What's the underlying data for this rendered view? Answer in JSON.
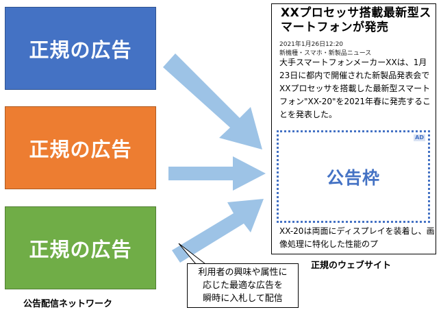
{
  "network": {
    "ads": [
      {
        "label": "正規の広告",
        "color": "#4472c4"
      },
      {
        "label": "正規の広告",
        "color": "#ed7d31"
      },
      {
        "label": "正規の広告",
        "color": "#70ad47"
      }
    ],
    "caption": "公告配信ネットワーク"
  },
  "arrow_color": "#9dc3e6",
  "callout": {
    "lines": [
      "利用者の興味や属性に",
      "応じた最適な広告を",
      "瞬時に入札して配信"
    ]
  },
  "website": {
    "title": "XXプロセッサ搭載最新型スマートフォンが発売",
    "date": "2021年1月26日12:20",
    "category": "新機種・スマホ・新製品ニュース",
    "body": "大手スマートフォンメーカーXXは、1月23日に都内で開催された新製品発表会でXXプロセッサを搭載した最新型スマートフォン\"XX-20\"を2021年春に発売することを発表した。",
    "ad_slot_label": "公告枠",
    "ad_marker": "AD",
    "body2": "XX-20は両面にディスプレイを装着し、画像処理に特化した性能のプ",
    "caption": "正規のウェブサイト"
  }
}
